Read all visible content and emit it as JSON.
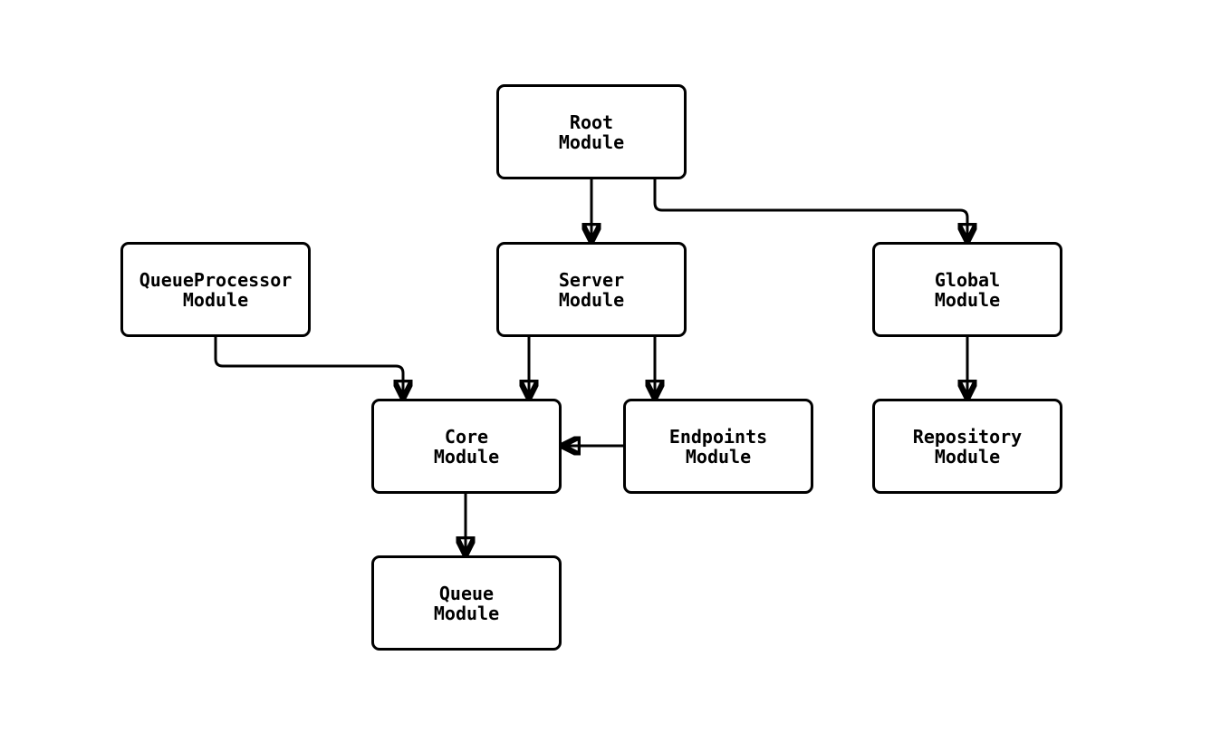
{
  "diagram": {
    "type": "module-dependency-flowchart",
    "colors": {
      "background": "#ffffff",
      "node_fill": "#ffffff",
      "node_border": "#000000",
      "edge": "#000000",
      "text": "#000000"
    },
    "nodes": [
      {
        "id": "root",
        "line1": "Root",
        "line2": "Module"
      },
      {
        "id": "queueprocessor",
        "line1": "QueueProcessor",
        "line2": "Module"
      },
      {
        "id": "server",
        "line1": "Server",
        "line2": "Module"
      },
      {
        "id": "global",
        "line1": "Global",
        "line2": "Module"
      },
      {
        "id": "core",
        "line1": "Core",
        "line2": "Module"
      },
      {
        "id": "endpoints",
        "line1": "Endpoints",
        "line2": "Module"
      },
      {
        "id": "repository",
        "line1": "Repository",
        "line2": "Module"
      },
      {
        "id": "queue",
        "line1": "Queue",
        "line2": "Module"
      }
    ],
    "edges": [
      {
        "from": "Root Module",
        "to": "Server Module"
      },
      {
        "from": "Root Module",
        "to": "Global Module"
      },
      {
        "from": "QueueProcessor Module",
        "to": "Core Module"
      },
      {
        "from": "Server Module",
        "to": "Core Module"
      },
      {
        "from": "Server Module",
        "to": "Endpoints Module"
      },
      {
        "from": "Endpoints Module",
        "to": "Core Module"
      },
      {
        "from": "Global Module",
        "to": "Repository Module"
      },
      {
        "from": "Core Module",
        "to": "Queue Module"
      }
    ]
  }
}
